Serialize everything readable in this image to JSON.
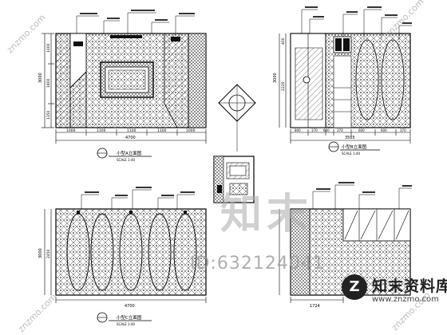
{
  "views": [
    {
      "title": "小型A立面图",
      "scale": "SCALE 1:40",
      "dim_w": "4700",
      "dim_h": "3000",
      "dims_bottom": [
        "1000",
        "1100",
        "1100",
        "1100",
        "1000"
      ],
      "dims_left": [
        "1000",
        "1800",
        "1350"
      ]
    },
    {
      "title": "小型B立面图",
      "scale": "SCALE 1:40",
      "dim_w": "3565",
      "dim_h": "3000",
      "dims_bottom": [
        "800",
        "370",
        "600",
        "370",
        "600",
        "600",
        "370"
      ],
      "dims_left": [
        "400",
        "2220"
      ]
    },
    {
      "title": "小型C立面图",
      "scale": "SCALE 1:40",
      "dim_w": "4700",
      "dim_h": "3000",
      "dims_left": [
        "2450"
      ]
    },
    {
      "title": "",
      "scale": "",
      "dim_w": "1724",
      "dim_h": ""
    }
  ],
  "watermark": {
    "text": "知末",
    "id": "ID:632124041"
  },
  "brand": {
    "logo": "Z",
    "name": "知末资料库",
    "url": "www.znzmo.com"
  },
  "side_watermark": "znzmo.com"
}
